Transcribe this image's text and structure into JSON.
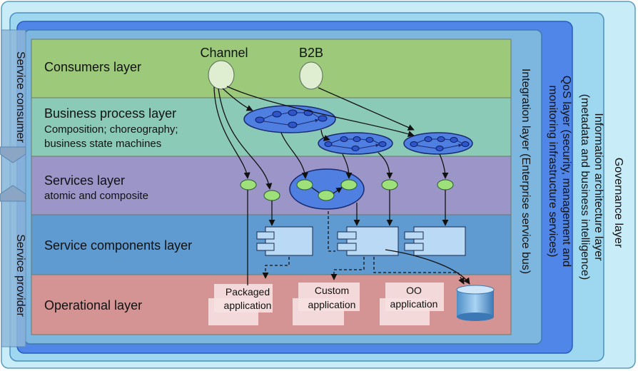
{
  "outer_layers": {
    "governance": "Governance layer",
    "information_line1": "Information architecture layer",
    "information_line2": "(metadata and business intelligence)",
    "qos_line1": "QoS layer (security, management and",
    "qos_line2": "monitoring infrastructure services)",
    "integration": "Integration layer (Enterprise service  bus)"
  },
  "side_labels": {
    "service_consumer": "Service consumer",
    "service_provider": "Service provider"
  },
  "layers": {
    "consumers": {
      "title": "Consumers layer",
      "color": "#9cc97a"
    },
    "business_process": {
      "title": "Business process layer",
      "sub1": "Composition; choreography;",
      "sub2": "business state machines",
      "color": "#8ccab8"
    },
    "services": {
      "title": "Services layer",
      "sub1": "atomic and composite",
      "color": "#9b95c8"
    },
    "service_components": {
      "title": "Service components layer",
      "color": "#5f9ad0"
    },
    "operational": {
      "title": "Operational layer",
      "color": "#d49494"
    }
  },
  "consumers": {
    "channel": "Channel",
    "b2b": "B2B"
  },
  "applications": {
    "packaged_line1": "Packaged",
    "packaged_line2": "application",
    "custom_line1": "Custom",
    "custom_line2": "application",
    "oo_line1": "OO",
    "oo_line2": "application"
  },
  "colors": {
    "governance_bg": "#c8ecf8",
    "information_bg": "#9ed8f0",
    "qos_bg": "#4f86e8",
    "integration_bg": "#7db7e0",
    "service_node": "#9ee07a",
    "process_blob": "#4f7fe0"
  }
}
